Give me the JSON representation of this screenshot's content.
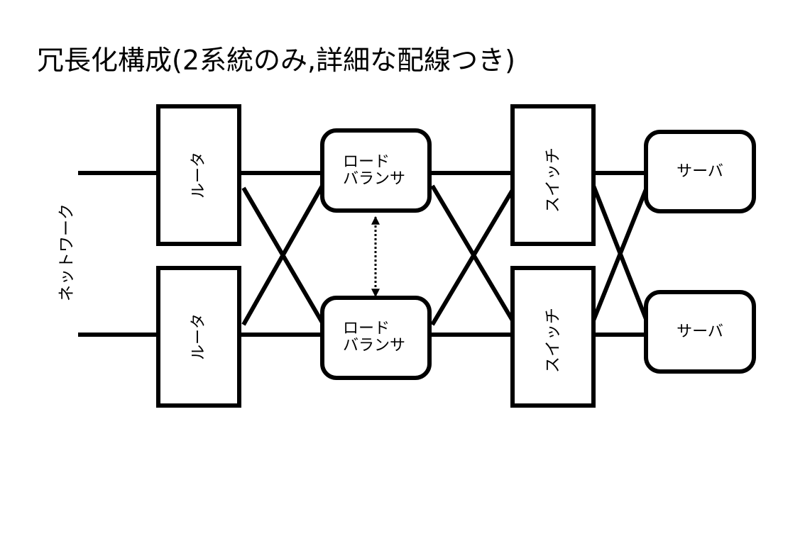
{
  "title": "冗長化構成(2系統のみ,詳細な配線つき)",
  "network_label": "ネットワーク",
  "routers": [
    {
      "label": "ルータ"
    },
    {
      "label": "ルータ"
    }
  ],
  "load_balancers": [
    {
      "label_line1": "ロード",
      "label_line2": "バランサ"
    },
    {
      "label_line1": "ロード",
      "label_line2": "バランサ"
    }
  ],
  "switches": [
    {
      "label": "スイッチ"
    },
    {
      "label": "スイッチ"
    }
  ],
  "servers": [
    {
      "label": "サーバ"
    },
    {
      "label": "サーバ"
    }
  ],
  "colors": {
    "stroke": "#000000",
    "background": "#ffffff"
  }
}
